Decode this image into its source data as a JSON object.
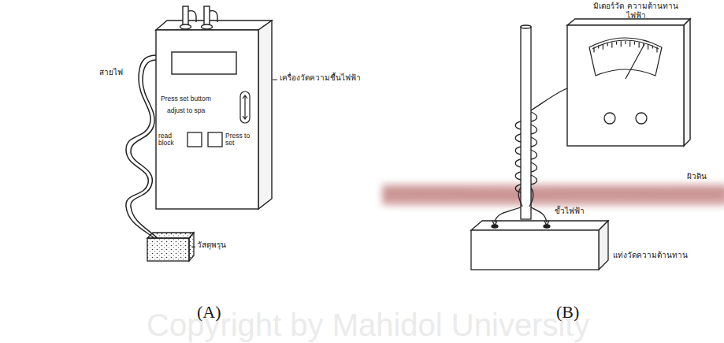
{
  "diagram": {
    "nodes": [
      {
        "text": [
          "Press set buttom",
          "adjust to spa",
          "read block",
          "Press to set"
        ]
      }
    ],
    "labels": [
      "สายไฟ",
      "เครื่องวัดความชื้นไฟฟ้า",
      "วัสดุพรุน",
      "มิเตอร์วัด ความต้านทานไฟฟ้า",
      "ผิวดิน",
      "ขั้วไฟฟ้า",
      "แท่งวัดความต้านทาน",
      "(A)",
      "(B)",
      "Copyright by Mahidol University"
    ]
  }
}
